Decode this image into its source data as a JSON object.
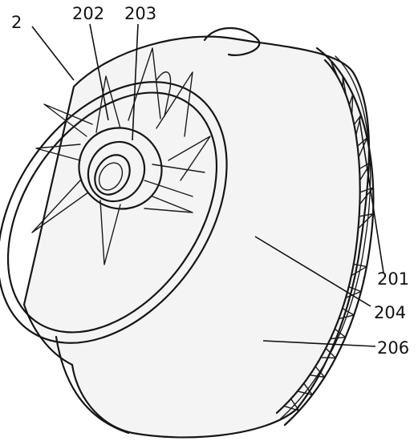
{
  "figure": {
    "callouts": [
      {
        "id": "2",
        "text": "2"
      },
      {
        "id": "202",
        "text": "202"
      },
      {
        "id": "203",
        "text": "203"
      },
      {
        "id": "201",
        "text": "201"
      },
      {
        "id": "204",
        "text": "204"
      },
      {
        "id": "206",
        "text": "206"
      }
    ]
  }
}
